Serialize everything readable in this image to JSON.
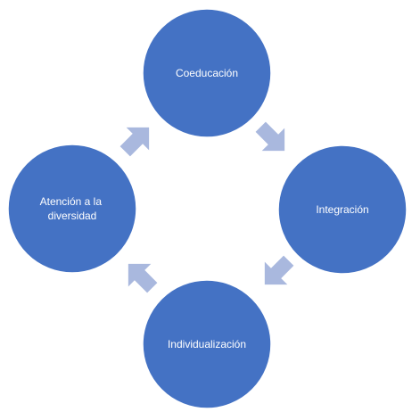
{
  "diagram": {
    "type": "cycle",
    "colors": {
      "node_fill": "#4472C4",
      "node_stroke": "#FFFFFF",
      "arrow_fill": "#A9B8DE",
      "text": "#FFFFFF"
    },
    "nodes": [
      {
        "id": "top",
        "lines": [
          "Coeducación"
        ]
      },
      {
        "id": "right",
        "lines": [
          "Integración"
        ]
      },
      {
        "id": "bottom",
        "lines": [
          "Individualización"
        ]
      },
      {
        "id": "left",
        "lines": [
          "Atención a la",
          "diversidad"
        ]
      }
    ],
    "arrows": [
      {
        "id": "top-to-right",
        "direction": "clockwise"
      },
      {
        "id": "right-to-bottom",
        "direction": "clockwise"
      },
      {
        "id": "bottom-to-left",
        "direction": "clockwise"
      },
      {
        "id": "left-to-top",
        "direction": "clockwise"
      }
    ]
  }
}
